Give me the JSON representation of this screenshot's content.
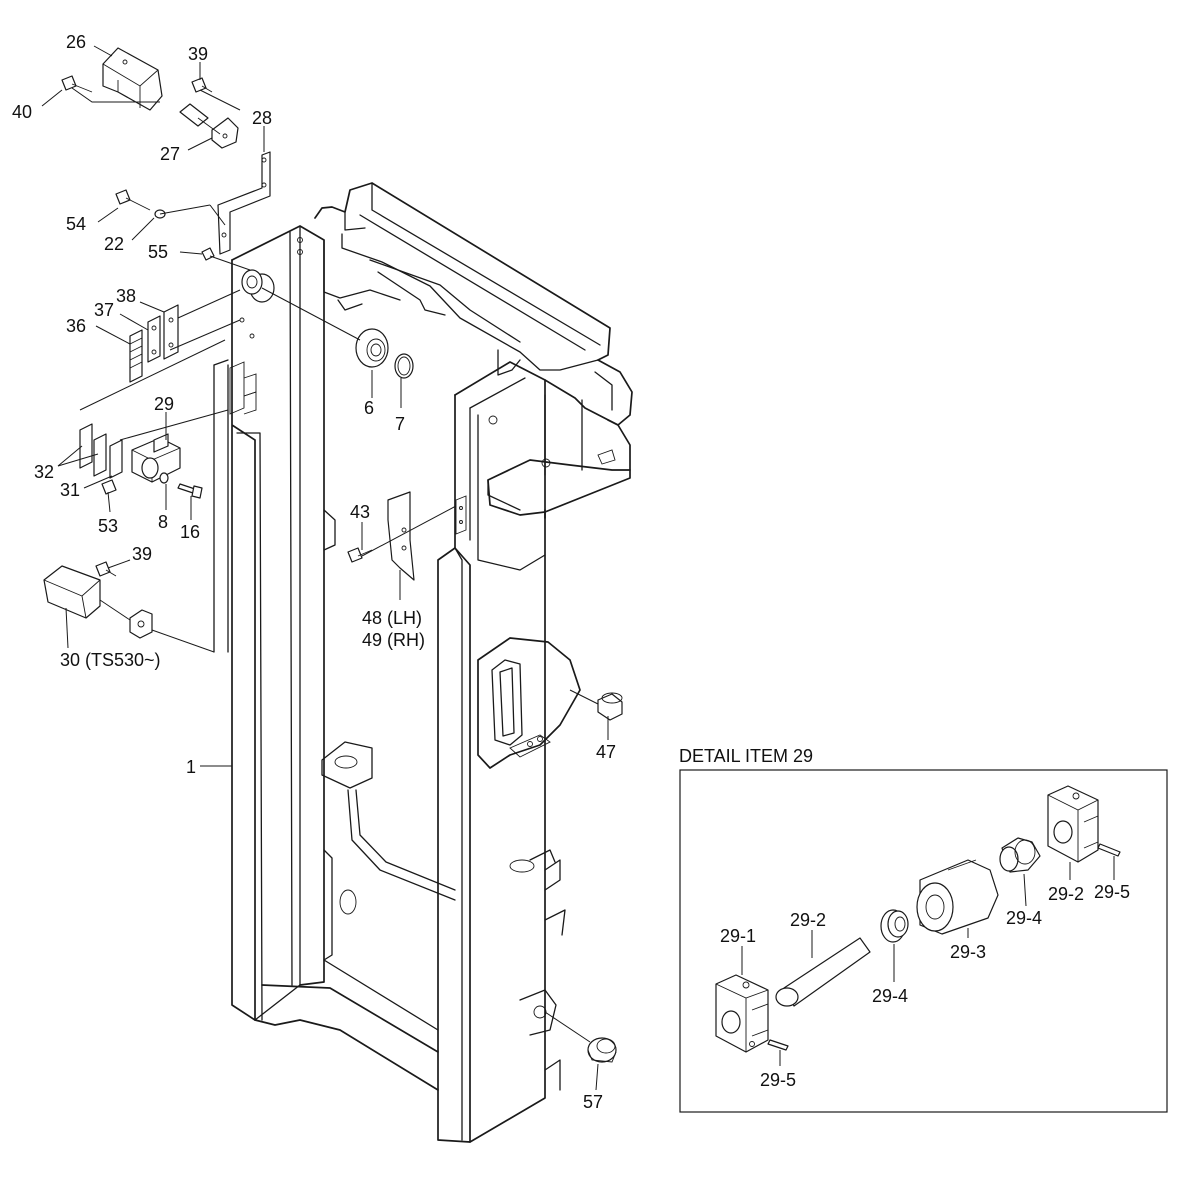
{
  "labels": {
    "p26": "26",
    "p39a": "39",
    "p40": "40",
    "p28": "28",
    "p27": "27",
    "p54": "54",
    "p22": "22",
    "p55": "55",
    "p38": "38",
    "p37": "37",
    "p36": "36",
    "p6": "6",
    "p7": "7",
    "p29": "29",
    "p32": "32",
    "p31": "31",
    "p53": "53",
    "p8": "8",
    "p16": "16",
    "p43": "43",
    "p48": "48 (LH)",
    "p49": "49 (RH)",
    "p39b": "39",
    "p30": "30 (TS530~)",
    "p47": "47",
    "p1": "1",
    "p57": "57"
  },
  "detail": {
    "title": "DETAIL ITEM 29",
    "labels": {
      "d29_1": "29-1",
      "d29_2a": "29-2",
      "d29_4a": "29-4",
      "d29_3": "29-3",
      "d29_4b": "29-4",
      "d29_2b": "29-2",
      "d29_5a": "29-5",
      "d29_5b": "29-5"
    }
  }
}
